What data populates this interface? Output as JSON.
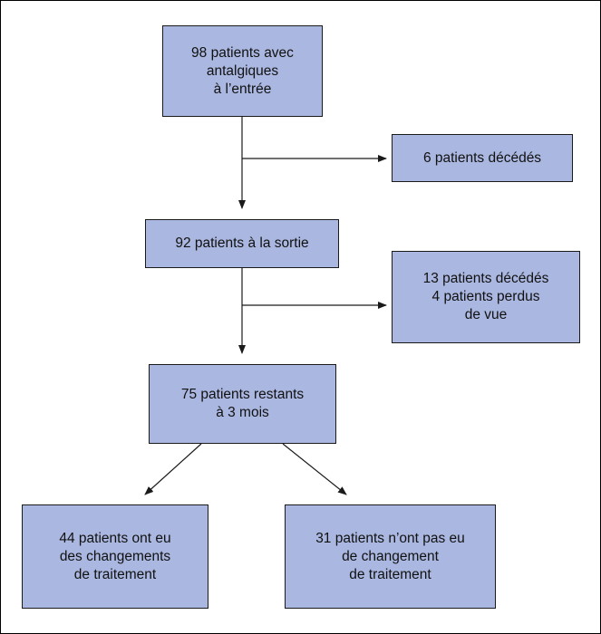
{
  "diagram": {
    "nodes": {
      "entry": "98 patients avec\nantalgiques\nà l’entrée",
      "deceased_1": "6 patients décédés",
      "discharge": "92 patients à la sortie",
      "lost": "13 patients décédés\n4 patients perdus\nde vue",
      "remaining": "75 patients restants\nà 3 mois",
      "changed": "44 patients ont eu\ndes changements\nde traitement",
      "unchanged": "31 patients n’ont pas eu\nde changement\nde traitement"
    },
    "colors": {
      "box_fill": "#aab7e0",
      "line": "#1a1a1a"
    }
  }
}
